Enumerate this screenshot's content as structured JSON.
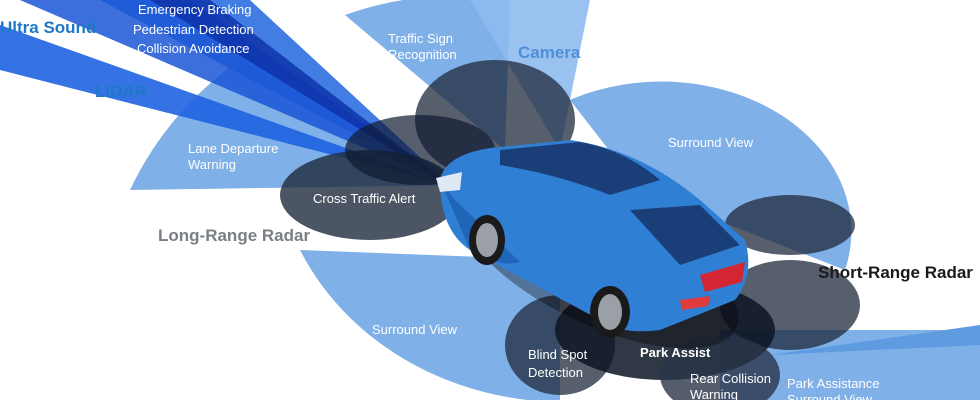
{
  "colors": {
    "light_blue": "#7fb0e8",
    "mid_blue": "#4f8fd9",
    "beam_blue": "#1a56d6",
    "beam_deep": "#0d2fa8",
    "dark_zone": "#1f2a3c",
    "car_body": "#2f7fd4",
    "sensor_blue": "#1e78c8",
    "sensor_gray": "#7a7f86",
    "sensor_black": "#1a1a1a"
  },
  "sensors": {
    "ultra_sound": "Ultra Sound",
    "lidar": "LIDAR",
    "camera": "Camera",
    "long_range_radar": "Long-Range Radar",
    "short_range_radar": "Short-Range Radar"
  },
  "lidar_features": {
    "line1": "Emergency Braking",
    "line2": "Pedestrian Detection",
    "line3": "Collision Avoidance"
  },
  "zones": {
    "traffic_sign_1": "Traffic Sign",
    "traffic_sign_2": "Recognition",
    "lane_departure_1": "Lane Departure",
    "lane_departure_2": "Warning",
    "cross_traffic": "Cross Traffic Alert",
    "surround_view_right": "Surround View",
    "surround_view_left": "Surround View",
    "blind_spot_1": "Blind Spot",
    "blind_spot_2": "Detection",
    "park_assist": "Park Assist",
    "rear_collision_1": "Rear Collision",
    "rear_collision_2": "Warning",
    "park_assistance_1": "Park Assistance",
    "park_assistance_2": "Surround View"
  }
}
